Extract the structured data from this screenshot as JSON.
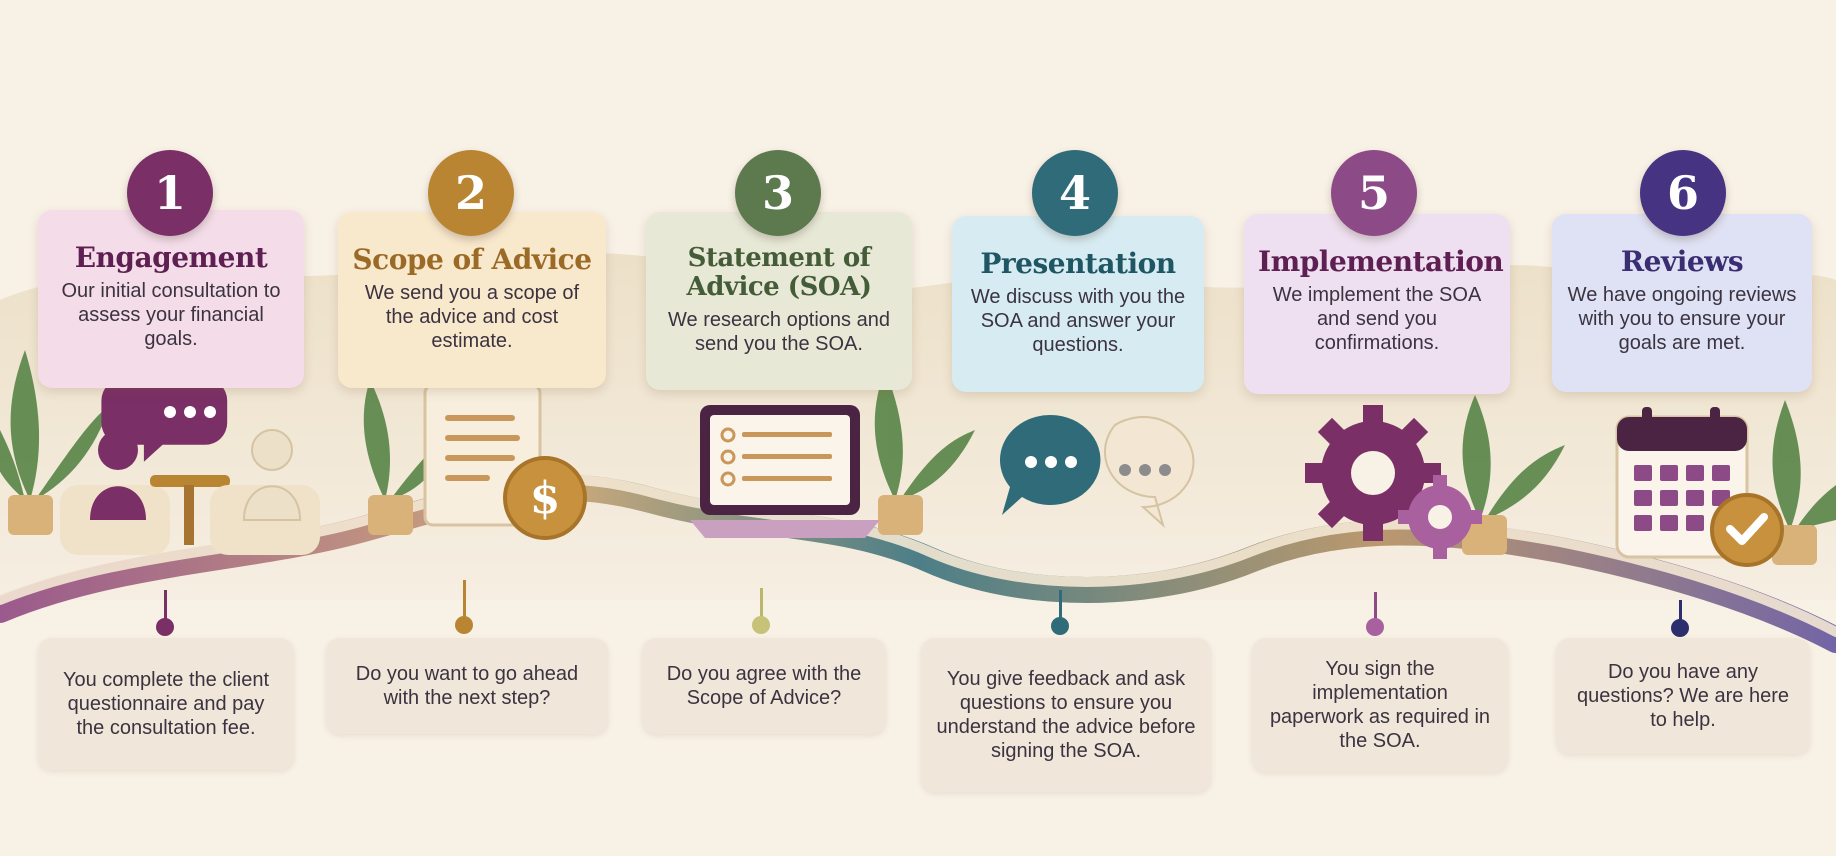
{
  "colors": {
    "step1": "#7a2f66",
    "step2": "#b98533",
    "step3": "#5c7a4e",
    "step4": "#2f6b78",
    "step5": "#8c4a86",
    "step6": "#463483"
  },
  "steps": [
    {
      "number": "1",
      "title": "Engagement",
      "description": "Our initial consultation to assess your financial goals.",
      "client_action": "You complete the client questionnaire and pay the consultation fee.",
      "icon": "consultation-chairs-icon"
    },
    {
      "number": "2",
      "title": "Scope of Advice",
      "description": "We send you a scope of the advice and cost estimate.",
      "client_action": "Do you want to go ahead with the next step?",
      "icon": "document-dollar-icon"
    },
    {
      "number": "3",
      "title": "Statement of Advice (SOA)",
      "description": "We research options and send you the SOA.",
      "client_action": "Do you agree with the Scope of Advice?",
      "icon": "laptop-checklist-icon"
    },
    {
      "number": "4",
      "title": "Presentation",
      "description": "We discuss with you the SOA and answer your questions.",
      "client_action": "You give feedback and ask questions to ensure you understand the advice before signing the SOA.",
      "icon": "speech-bubbles-icon"
    },
    {
      "number": "5",
      "title": "Implementation",
      "description": "We implement the SOA and send you confirmations.",
      "client_action": "You sign the implementation paperwork as required in the SOA.",
      "icon": "gears-icon"
    },
    {
      "number": "6",
      "title": "Reviews",
      "description": "We have ongoing reviews with you to ensure your goals are met.",
      "client_action": "Do you have any questions? We are here to help.",
      "icon": "calendar-check-icon"
    }
  ]
}
